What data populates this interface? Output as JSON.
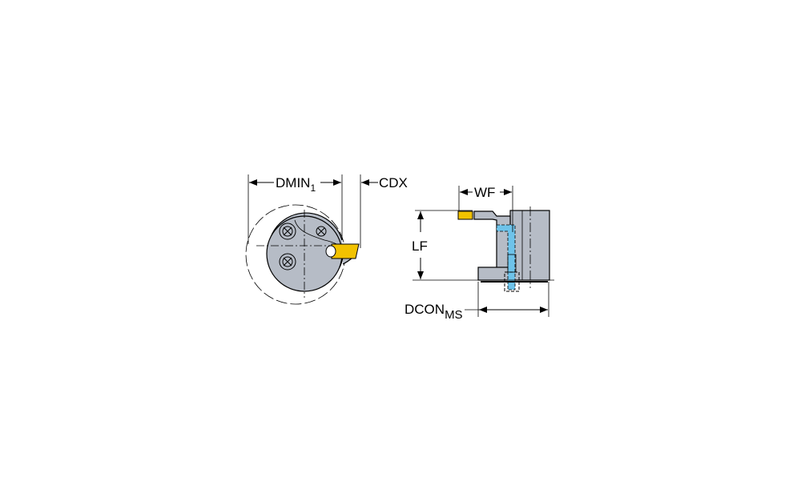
{
  "labels": {
    "dmin": "DMIN",
    "dmin_sub": "1",
    "cdx": "CDX",
    "wf": "WF",
    "lf": "LF",
    "dcon": "DCON",
    "dcon_sub": "MS"
  },
  "colors": {
    "body": "#b6bcc6",
    "insert": "#f2c200",
    "coolant": "#6ec3ea",
    "line": "#000000"
  }
}
